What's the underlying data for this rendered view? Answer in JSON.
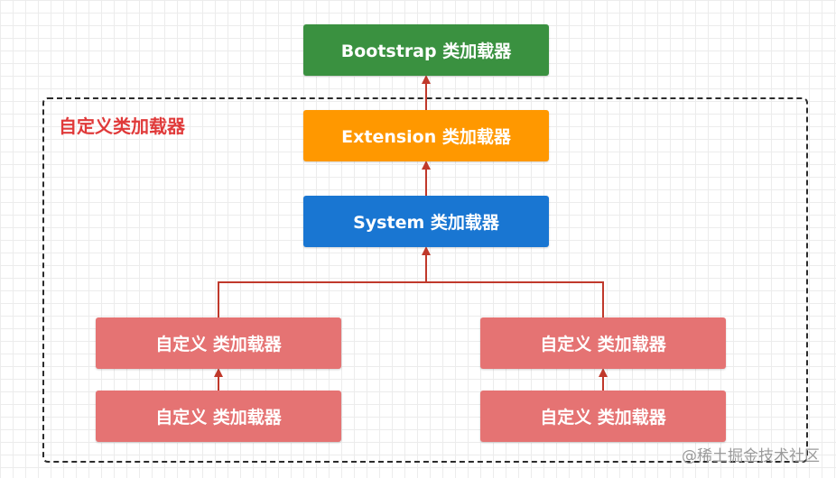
{
  "group": {
    "label": "自定义类加载器"
  },
  "nodes": {
    "bootstrap": "Bootstrap 类加载器",
    "extension": "Extension 类加载器",
    "system": "System 类加载器",
    "custom_left_top": "自定义 类加载器",
    "custom_left_bottom": "自定义 类加载器",
    "custom_right_top": "自定义 类加载器",
    "custom_right_bottom": "自定义 类加载器"
  },
  "watermark": "@稀土掘金技术社区",
  "colors": {
    "bootstrap": "#3a9140",
    "extension": "#ff9800",
    "system": "#1976d2",
    "custom": "#e57373",
    "group_label": "#e03a3a",
    "connector": "#c0392b"
  }
}
